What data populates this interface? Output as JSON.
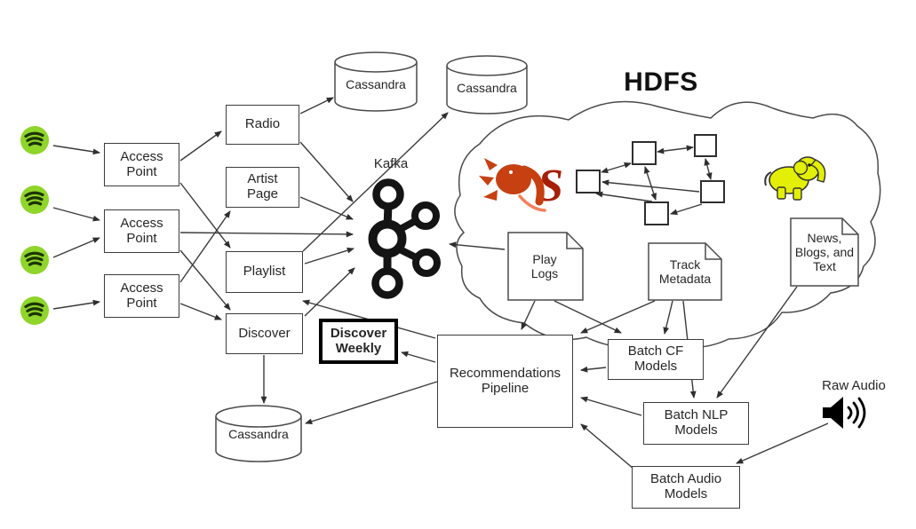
{
  "title": "HDFS",
  "labels": {
    "hdfs": "HDFS",
    "kafka": "Kafka",
    "raw_audio": "Raw Audio",
    "scalding_s": "S"
  },
  "nodes": {
    "access_point_1": "Access Point",
    "access_point_2": "Access Point",
    "access_point_3": "Access Point",
    "radio": "Radio",
    "artist_page": "Artist Page",
    "playlist": "Playlist",
    "discover": "Discover",
    "discover_weekly": "Discover Weekly",
    "recommendations_pipeline": "Recommendations Pipeline",
    "batch_cf_models": "Batch CF Models",
    "batch_nlp_models": "Batch NLP Models",
    "batch_audio_models": "Batch Audio Models",
    "cassandra_radio": "Cassandra",
    "cassandra_kafka": "Cassandra",
    "cassandra_discover": "Cassandra",
    "play_logs": "Play Logs",
    "track_metadata": "Track Metadata",
    "news_blogs_text": "News, Blogs, and Text"
  },
  "icons": {
    "spotify_client_count": 4,
    "kafka": "kafka-icon",
    "scalding": "scalding-elephant-icon",
    "hadoop": "hadoop-elephant-icon",
    "speaker": "speaker-icon",
    "workflow": "workflow-dag-icon",
    "cloud": "hdfs-cloud"
  },
  "colors": {
    "spotify_green": "#8FD52A",
    "spotify_wave": "#1D3505",
    "scalding_red": "#C64012",
    "scalding_s_red": "#A62008",
    "hadoop_yellow": "#E3EF04",
    "line": "#3A3A3A",
    "text": "#222222"
  }
}
